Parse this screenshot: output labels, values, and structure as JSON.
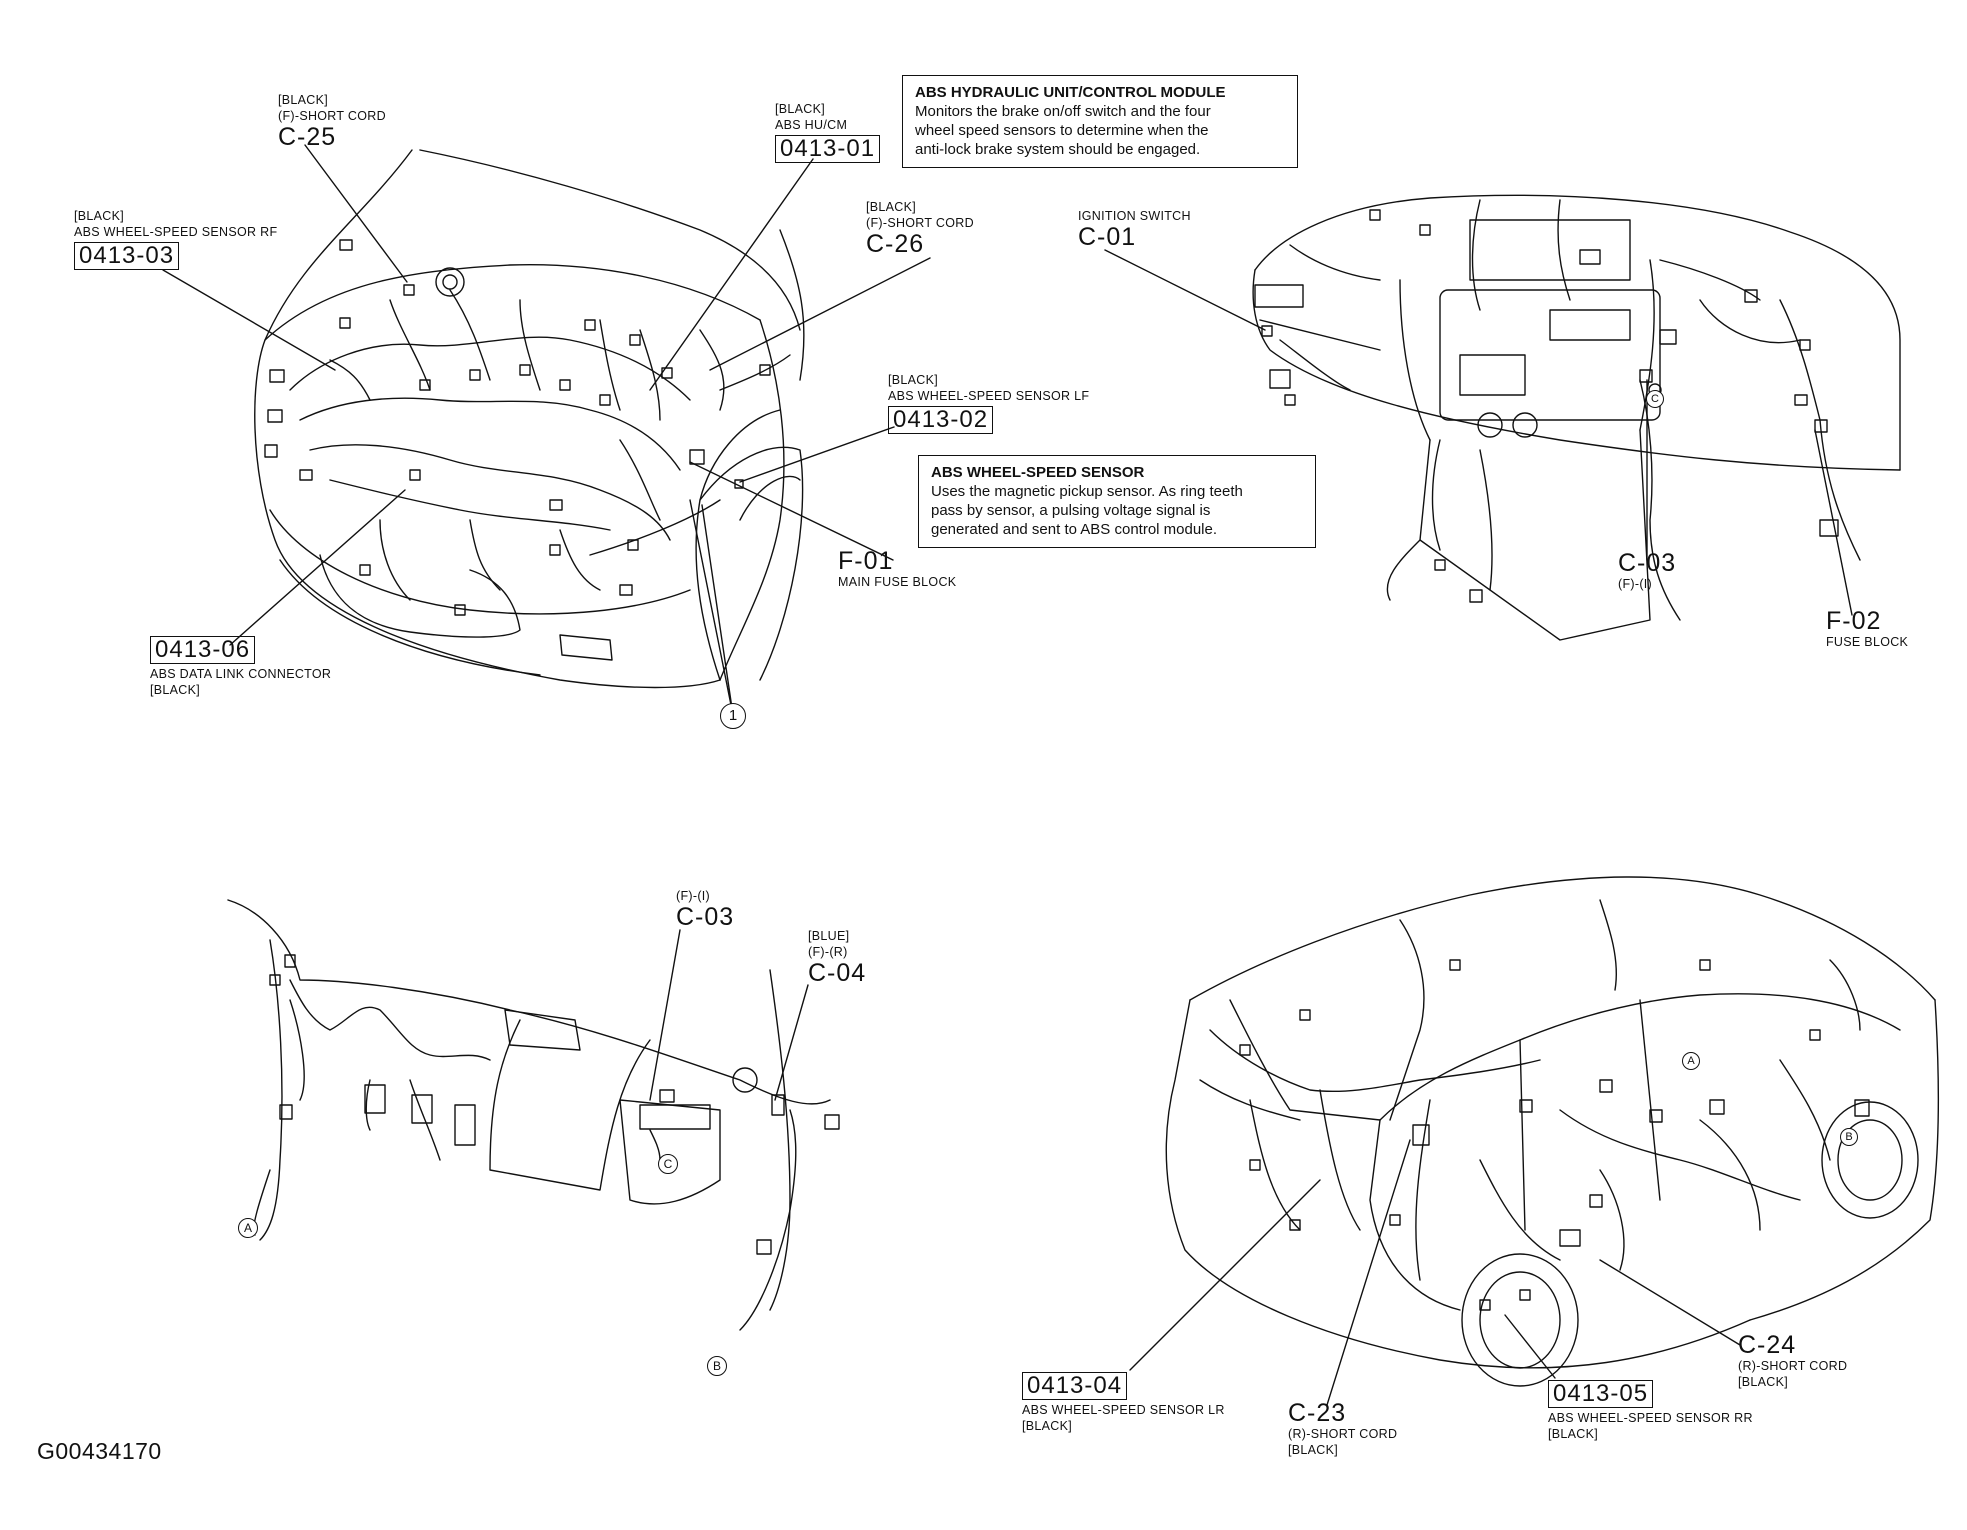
{
  "figure_id": "G00434170",
  "notes": {
    "hu_cm": {
      "title": "ABS HYDRAULIC UNIT/CONTROL MODULE",
      "body": "Monitors the brake on/off switch and the four\nwheel speed sensors to determine when the\nanti-lock brake system should be engaged."
    },
    "wss": {
      "title": "ABS WHEEL-SPEED SENSOR",
      "body": "Uses the magnetic pickup sensor. As ring teeth\npass by sensor, a pulsing voltage signal is\ngenerated and sent to ABS control module."
    }
  },
  "labels": {
    "c25": {
      "color": "[BLACK]",
      "desc": "(F)-SHORT CORD",
      "code": "C-25"
    },
    "c26": {
      "color": "[BLACK]",
      "desc": "(F)-SHORT CORD",
      "code": "C-26"
    },
    "c0413_01": {
      "color": "[BLACK]",
      "desc": "ABS HU/CM",
      "code": "0413-01"
    },
    "c0413_03": {
      "color": "[BLACK]",
      "desc": "ABS WHEEL-SPEED SENSOR RF",
      "code": "0413-03"
    },
    "c0413_02": {
      "color": "[BLACK]",
      "desc": "ABS WHEEL-SPEED SENSOR LF",
      "code": "0413-02"
    },
    "c0413_06": {
      "code": "0413-06",
      "desc": "ABS DATA LINK CONNECTOR",
      "color": "[BLACK]"
    },
    "f01": {
      "code": "F-01",
      "desc": "MAIN FUSE BLOCK"
    },
    "c01": {
      "desc": "IGNITION SWITCH",
      "code": "C-01"
    },
    "c03_top": {
      "code": "C-03",
      "desc": "(F)-(I)"
    },
    "f02": {
      "code": "F-02",
      "desc": "FUSE BLOCK"
    },
    "c03_bottom": {
      "desc": "(F)-(I)",
      "code": "C-03"
    },
    "c04": {
      "color": "[BLUE]",
      "desc": "(F)-(R)",
      "code": "C-04"
    },
    "c0413_04": {
      "code": "0413-04",
      "desc": "ABS WHEEL-SPEED SENSOR LR",
      "color": "[BLACK]"
    },
    "c23": {
      "code": "C-23",
      "desc": "(R)-SHORT CORD",
      "color": "[BLACK]"
    },
    "c0413_05": {
      "code": "0413-05",
      "desc": "ABS WHEEL-SPEED SENSOR RR",
      "color": "[BLACK]"
    },
    "c24": {
      "code": "C-24",
      "desc": "(R)-SHORT CORD",
      "color": "[BLACK]"
    }
  },
  "markers": {
    "one": "1",
    "a": "A",
    "b": "B",
    "c": "C"
  }
}
